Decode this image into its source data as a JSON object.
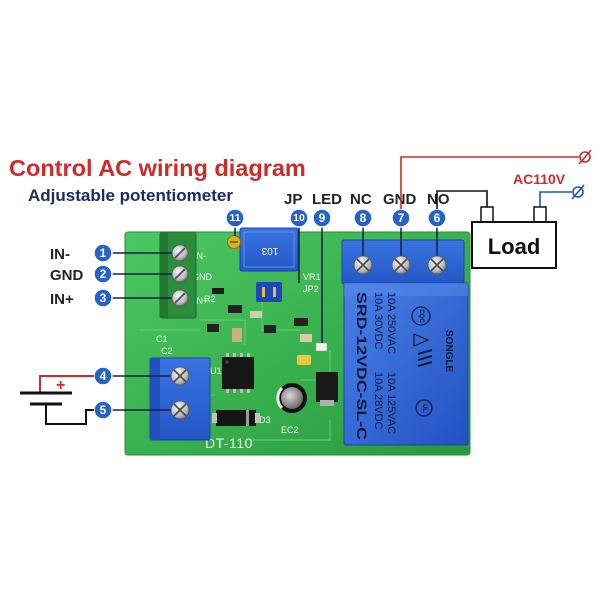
{
  "title": "Control AC wiring diagram",
  "subtitle": "Adjustable potentiometer",
  "top_labels": {
    "jp": "JP",
    "led": "LED",
    "nc": "NC",
    "gnd": "GND",
    "no": "NO"
  },
  "input_labels": {
    "in_minus": "IN-",
    "gnd": "GND",
    "in_plus": "IN+"
  },
  "markers": [
    "1",
    "2",
    "3",
    "4",
    "5",
    "6",
    "7",
    "8",
    "9",
    "10",
    "11"
  ],
  "power": {
    "plus": "+"
  },
  "load": {
    "label": "Load",
    "supply": "AC110V"
  },
  "board": {
    "model": "DT-110",
    "silk": {
      "in_minus": "IN-",
      "gnd": "GND",
      "in_plus": "IN+",
      "c1": "C1",
      "c2": "C2",
      "u1": "U1",
      "d3": "D3",
      "ec2": "EC2",
      "vr1": "VR1",
      "jp2": "JP2",
      "r2": "R2"
    }
  },
  "potentiometer": {
    "value": "103"
  },
  "relay": {
    "model": "SRD-12VDC-SL-C",
    "rating_dc_1": "10A 30VDC",
    "rating_dc_2": "10A 28VDC",
    "rating_ac_1": "10A 250VAC",
    "rating_ac_2": "10A 125VAC",
    "brand": "SONGLE",
    "cert": "CQC",
    "ul": "UL"
  },
  "colors": {
    "title": "#cf2a2a",
    "subtitle": "#1c2b68",
    "marker": "#2563c9",
    "pcb": "#34b04a",
    "relay": "#2a5fd6",
    "live_wire": "#d22a2a",
    "neutral_wire": "#2450c8"
  }
}
